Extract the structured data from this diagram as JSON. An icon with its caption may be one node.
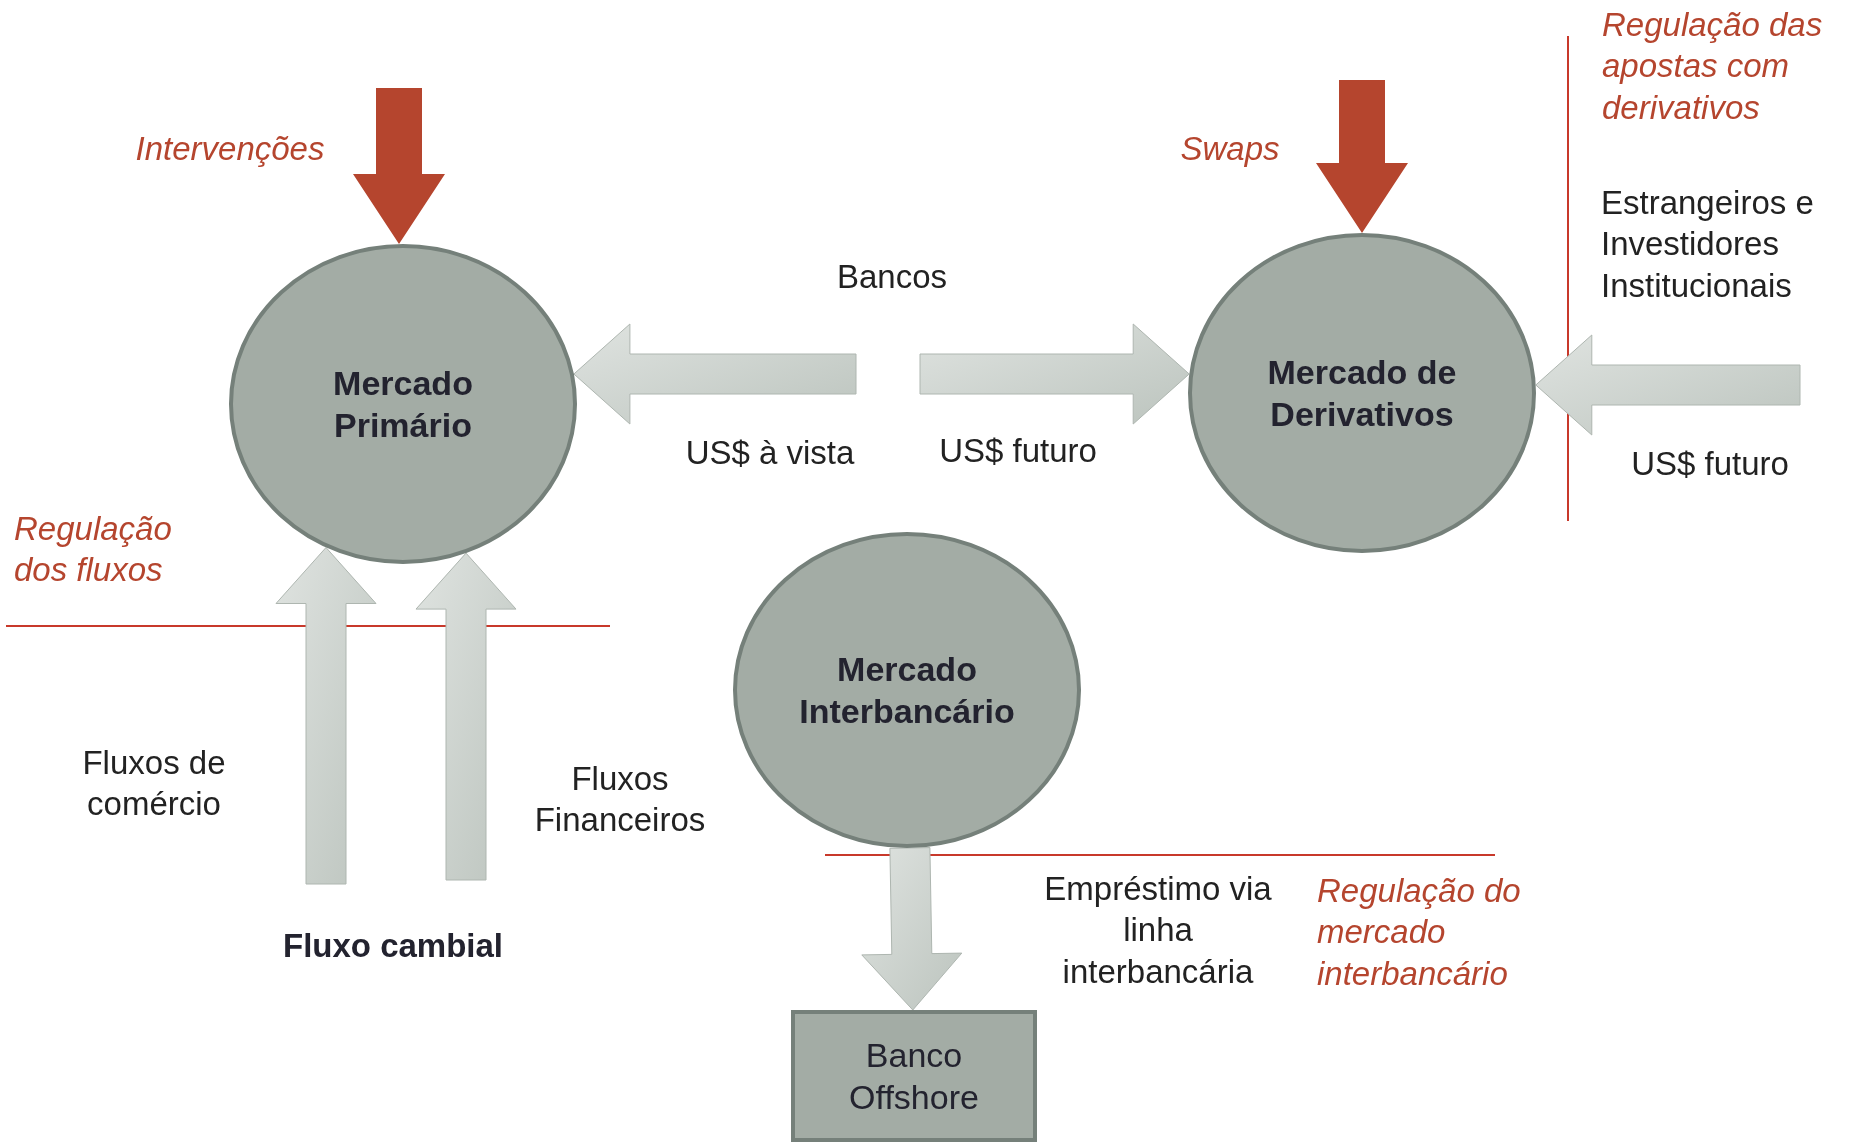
{
  "diagram": {
    "nodes": [
      {
        "text": [
          "Mercado Primário"
        ]
      },
      {
        "text": [
          "Mercado de Derivativos"
        ]
      },
      {
        "text": [
          "Mercado Interbancário"
        ]
      },
      {
        "text": [
          "Banco Offshore"
        ]
      }
    ],
    "edges": [
      {
        "from": null,
        "to": 0,
        "arrow": "to",
        "label": "Intervenções",
        "color": "#b5452e"
      },
      {
        "from": null,
        "to": 1,
        "arrow": "to",
        "label": "Swaps",
        "color": "#b5452e"
      },
      {
        "from": null,
        "to": 0,
        "arrow": "to",
        "label": "US$ à vista"
      },
      {
        "from": null,
        "to": 1,
        "arrow": "to",
        "label": "US$ futuro"
      },
      {
        "from": null,
        "to": 1,
        "arrow": "to",
        "label": "US$ futuro"
      },
      {
        "from": null,
        "to": 0,
        "arrow": "to",
        "label": "Fluxos de comércio"
      },
      {
        "from": null,
        "to": 0,
        "arrow": "to",
        "label": "Fluxos Financeiros"
      },
      {
        "from": 2,
        "to": 3,
        "arrow": "to",
        "label": "Empréstimo via linha interbancária"
      }
    ],
    "labels": [
      "Regulação das apostas com derivativos",
      "Estrangeiros e Investidores Institucionais",
      "Bancos",
      "Regulação dos fluxos",
      "Fluxo cambial",
      "Regulação do mercado interbancário"
    ]
  }
}
